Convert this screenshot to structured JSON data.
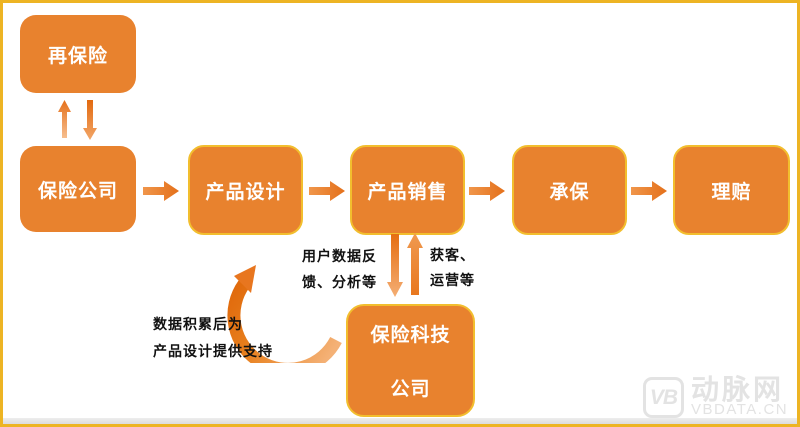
{
  "palette": {
    "box_orange": "#E8822E",
    "box_outline_gold": "#F2BE2E",
    "frame_border_gold": "#EDB423",
    "arrow_dark_orange": "#E2690F",
    "arrow_light_orange": "#F5B27C",
    "annotation_text": "#111111",
    "box_text": "#FFFFFF",
    "watermark_gray": "#E3E3E3"
  },
  "nodes": {
    "reinsurance": {
      "label": "再保险"
    },
    "insurer": {
      "label": "保险公司"
    },
    "design": {
      "label": "产品设计"
    },
    "sales": {
      "label": "产品销售"
    },
    "underwriting": {
      "label": "承保"
    },
    "claims": {
      "label": "理赔"
    },
    "tech": {
      "line1": "保险科技",
      "line2": "公司"
    }
  },
  "annotations": {
    "feedback": {
      "line1": "用户数据反",
      "line2": "馈、分析等"
    },
    "acquisition": {
      "line1": "获客、",
      "line2": "运营等"
    },
    "accumulation": {
      "line1": "数据积累后为",
      "line2": "产品设计提供支持"
    }
  },
  "watermark": {
    "mark": "VB",
    "brand": "动脉网",
    "domain": "VBDATA.CN"
  }
}
